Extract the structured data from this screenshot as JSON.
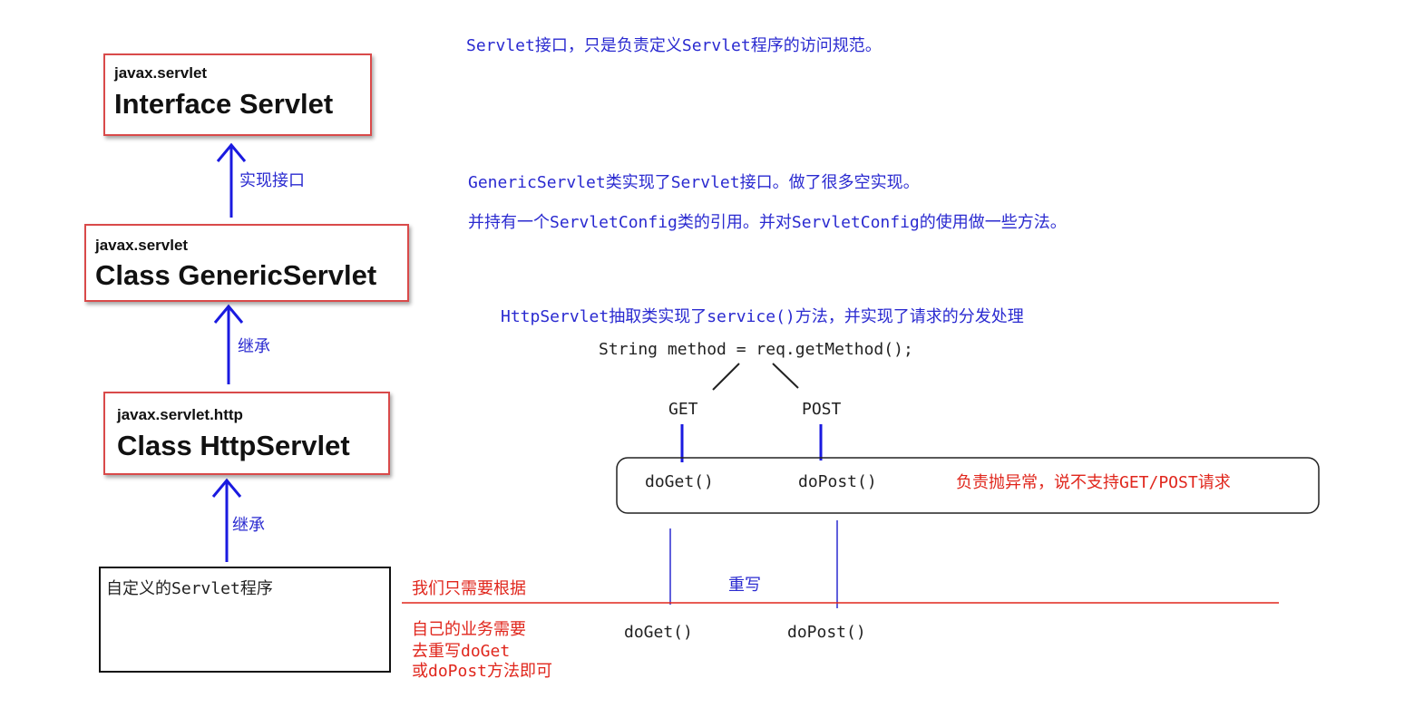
{
  "boxes": {
    "servlet": {
      "package": "javax.servlet",
      "name": "Interface Servlet"
    },
    "generic": {
      "package": "javax.servlet",
      "name": "Class GenericServlet"
    },
    "http": {
      "package": "javax.servlet.http",
      "name": "Class HttpServlet"
    },
    "custom": {
      "name": "自定义的Servlet程序"
    }
  },
  "arrows": {
    "implements_label": "实现接口",
    "extends_label_1": "继承",
    "extends_label_2": "继承"
  },
  "notes": {
    "servlet_note": "Servlet接口，只是负责定义Servlet程序的访问规范。",
    "generic_note_1": "GenericServlet类实现了Servlet接口。做了很多空实现。",
    "generic_note_2": "并持有一个ServletConfig类的引用。并对ServletConfig的使用做一些方法。",
    "http_note": "HttpServlet抽取类实现了service()方法，并实现了请求的分发处理",
    "code_line": "String method = req.getMethod();",
    "get_label": "GET",
    "post_label": "POST",
    "doget_upper": "doGet()",
    "dopost_upper": "doPost()",
    "exception_note": "负责抛异常，说不支持GET/POST请求",
    "override_label": "重写",
    "doget_lower": "doGet()",
    "dopost_lower": "doPost()",
    "custom_note_1": "我们只需要根据",
    "custom_note_2": "自己的业务需要",
    "custom_note_3": "去重写doGet",
    "custom_note_4": "或doPost方法即可"
  },
  "colors": {
    "blue_text": "#2a2ad0",
    "red_text": "#e0261c",
    "box_border": "#d94a4a"
  }
}
